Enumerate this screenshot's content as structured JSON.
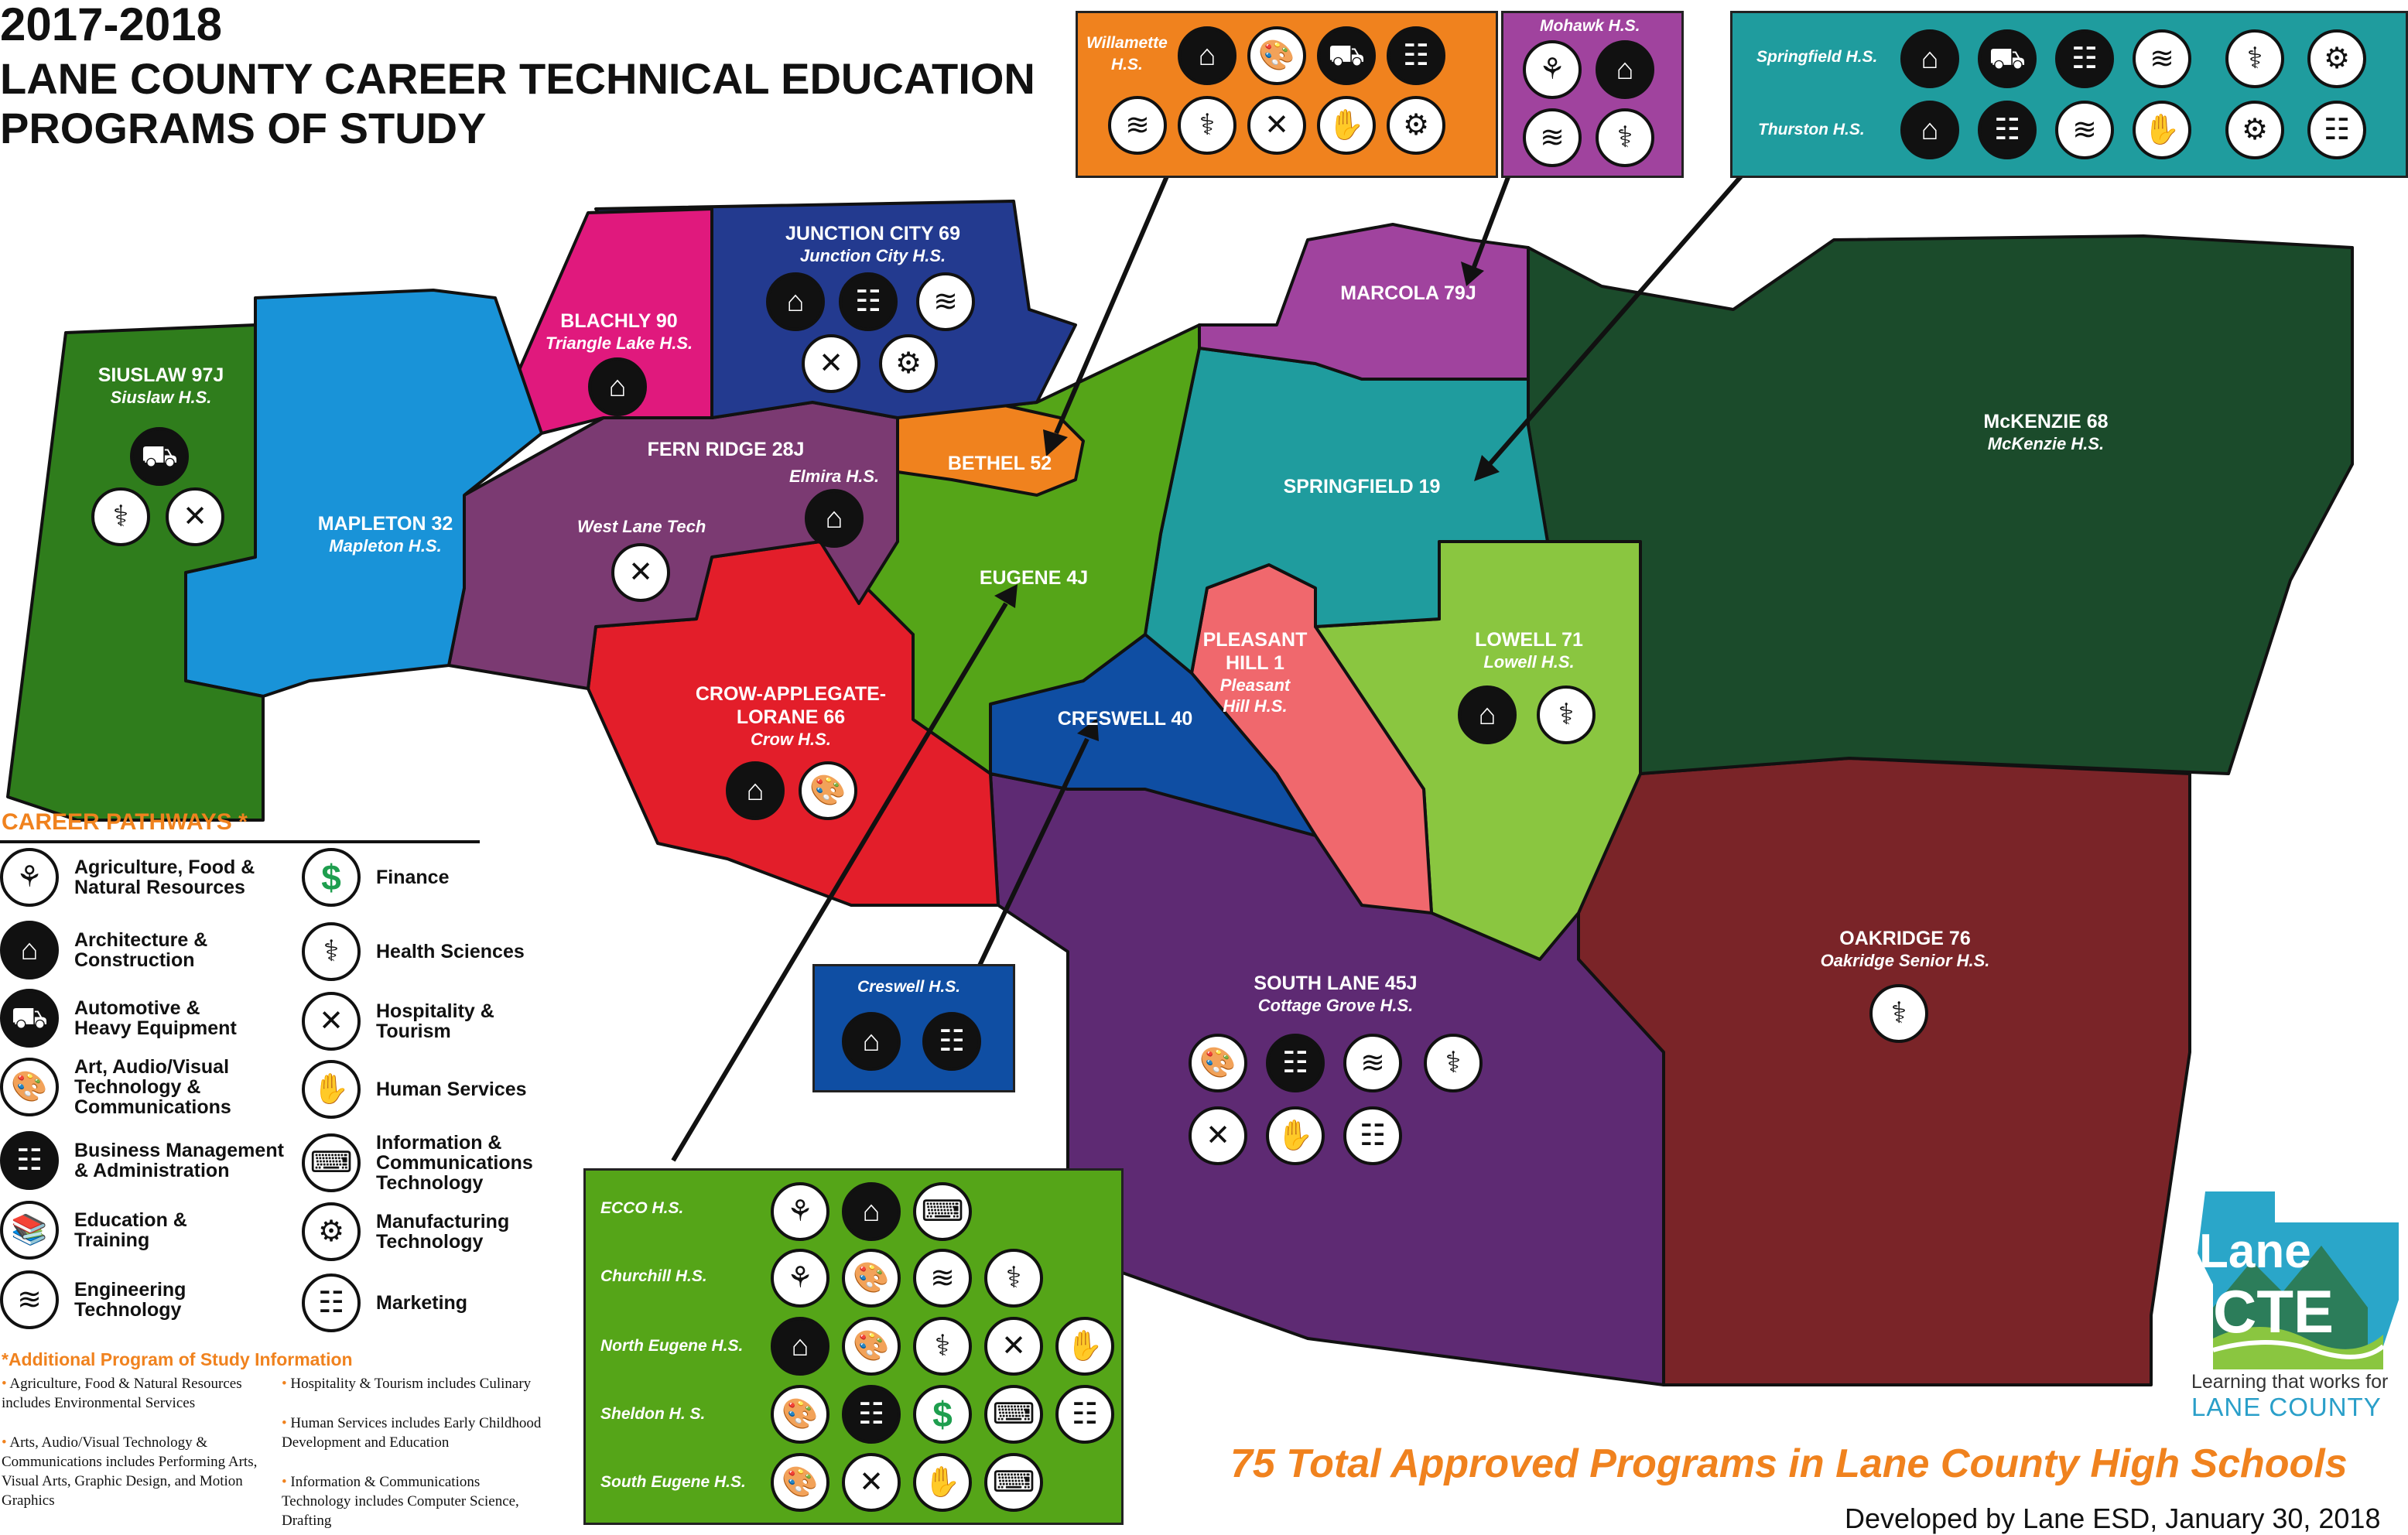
{
  "title": {
    "year": "2017-2018",
    "line2": "LANE COUNTY CAREER TECHNICAL EDUCATION",
    "line3": "PROGRAMS OF STUDY"
  },
  "colors": {
    "siuslaw": "#2f7d1c",
    "mapleton": "#1993d8",
    "blachly": "#e0197d",
    "junction_city": "#233a8f",
    "fern_ridge": "#7b3a72",
    "bethel": "#f0821e",
    "eugene": "#55a518",
    "marcola": "#a0439e",
    "springfield": "#1f9c9e",
    "mckenzie": "#1b4b2b",
    "crow": "#e31e2a",
    "creswell": "#0f4ea3",
    "pleasant_hill": "#f0686d",
    "lowell": "#8ac640",
    "south_lane": "#5e2a73",
    "oakridge": "#7a2428",
    "accent": "#f0821e"
  },
  "districts": {
    "siuslaw": {
      "name": "SIUSLAW 97J",
      "school": "Siuslaw H.S."
    },
    "mapleton": {
      "name": "MAPLETON 32",
      "school": "Mapleton H.S."
    },
    "blachly": {
      "name": "BLACHLY 90",
      "school": "Triangle Lake H.S."
    },
    "junction_city": {
      "name": "JUNCTION CITY 69",
      "school": "Junction City H.S."
    },
    "fern_ridge": {
      "name": "FERN RIDGE 28J",
      "school": "Elmira H.S.",
      "extra": "West Lane Tech"
    },
    "bethel": {
      "name": "BETHEL 52"
    },
    "eugene": {
      "name": "EUGENE 4J"
    },
    "marcola": {
      "name": "MARCOLA 79J"
    },
    "springfield": {
      "name": "SPRINGFIELD 19"
    },
    "mckenzie": {
      "name": "McKENZIE 68",
      "school": "McKenzie H.S."
    },
    "crow": {
      "name_l1": "CROW-APPLEGATE-",
      "name_l2": "LORANE 66",
      "school": "Crow H.S."
    },
    "creswell": {
      "name": "CRESWELL 40"
    },
    "pleasant_hill": {
      "name_l1": "PLEASANT",
      "name_l2": "HILL 1",
      "school_l1": "Pleasant",
      "school_l2": "Hill H.S."
    },
    "lowell": {
      "name": "LOWELL 71",
      "school": "Lowell H.S."
    },
    "south_lane": {
      "name": "SOUTH LANE 45J",
      "school": "Cottage Grove H.S."
    },
    "oakridge": {
      "name": "OAKRIDGE 76",
      "school": "Oakridge Senior H.S."
    }
  },
  "insets": {
    "willamette": {
      "label_l1": "Willamette",
      "label_l2": "H.S."
    },
    "mohawk": {
      "label": "Mohawk H.S."
    },
    "springfield_hs": {
      "label": "Springfield H.S."
    },
    "thurston": {
      "label": "Thurston H.S."
    },
    "creswell_hs": {
      "label": "Creswell H.S."
    },
    "ecco": {
      "label": "ECCO H.S."
    },
    "churchill": {
      "label": "Churchill H.S."
    },
    "north_eugene": {
      "label": "North Eugene H.S."
    },
    "sheldon": {
      "label": "Sheldon H. S."
    },
    "south_eugene": {
      "label": "South Eugene H.S."
    }
  },
  "legend": {
    "title": "CAREER PATHWAYS *",
    "items": {
      "agriculture": "Agriculture, Food &\nNatural Resources",
      "architecture": "Architecture &\nConstruction",
      "automotive": "Automotive &\nHeavy Equipment",
      "arts": "Art, Audio/Visual\nTechnology &\nCommunications",
      "business": "Business Management\n& Administration",
      "education": "Education &\nTraining",
      "engineering": "Engineering\nTechnology",
      "finance": "Finance",
      "health": "Health Sciences",
      "hospitality": "Hospitality &\nTourism",
      "human": "Human Services",
      "ict": "Information &\nCommunications\nTechnology",
      "manufacturing": "Manufacturing\nTechnology",
      "marketing": "Marketing"
    }
  },
  "additional": {
    "title": "*Additional Program of Study Information",
    "notes": {
      "n1": "Agriculture, Food & Natural Resources includes Environmental Services",
      "n2": "Arts, Audio/Visual Technology & Communications includes Performing Arts, Visual Arts, Graphic Design, and Motion Graphics",
      "n3": "Hospitality & Tourism includes Culinary",
      "n4": "Human Services includes Early Childhood Development and Education",
      "n5": "Information & Communications Technology includes Computer Science, Drafting"
    }
  },
  "footer": {
    "total": "75 Total Approved Programs in Lane County High Schools",
    "developed": "Developed by Lane ESD, January 30, 2018"
  },
  "logo": {
    "line1": "Lane",
    "line2": "CTE",
    "tagline": "Learning that works for",
    "county": "LANE COUNTY"
  },
  "icons": {
    "agriculture": "wheat-icon",
    "architecture": "building-icon",
    "automotive": "car-icon",
    "arts": "palette-icon",
    "business": "org-chart-icon",
    "education": "books-icon",
    "engineering": "bridge-icon",
    "finance": "dollar-icon",
    "health": "stethoscope-icon",
    "hospitality": "fork-knife-icon",
    "human": "hand-icon",
    "ict": "monitor-code-icon",
    "manufacturing": "gear-icon",
    "marketing": "report-icon"
  }
}
